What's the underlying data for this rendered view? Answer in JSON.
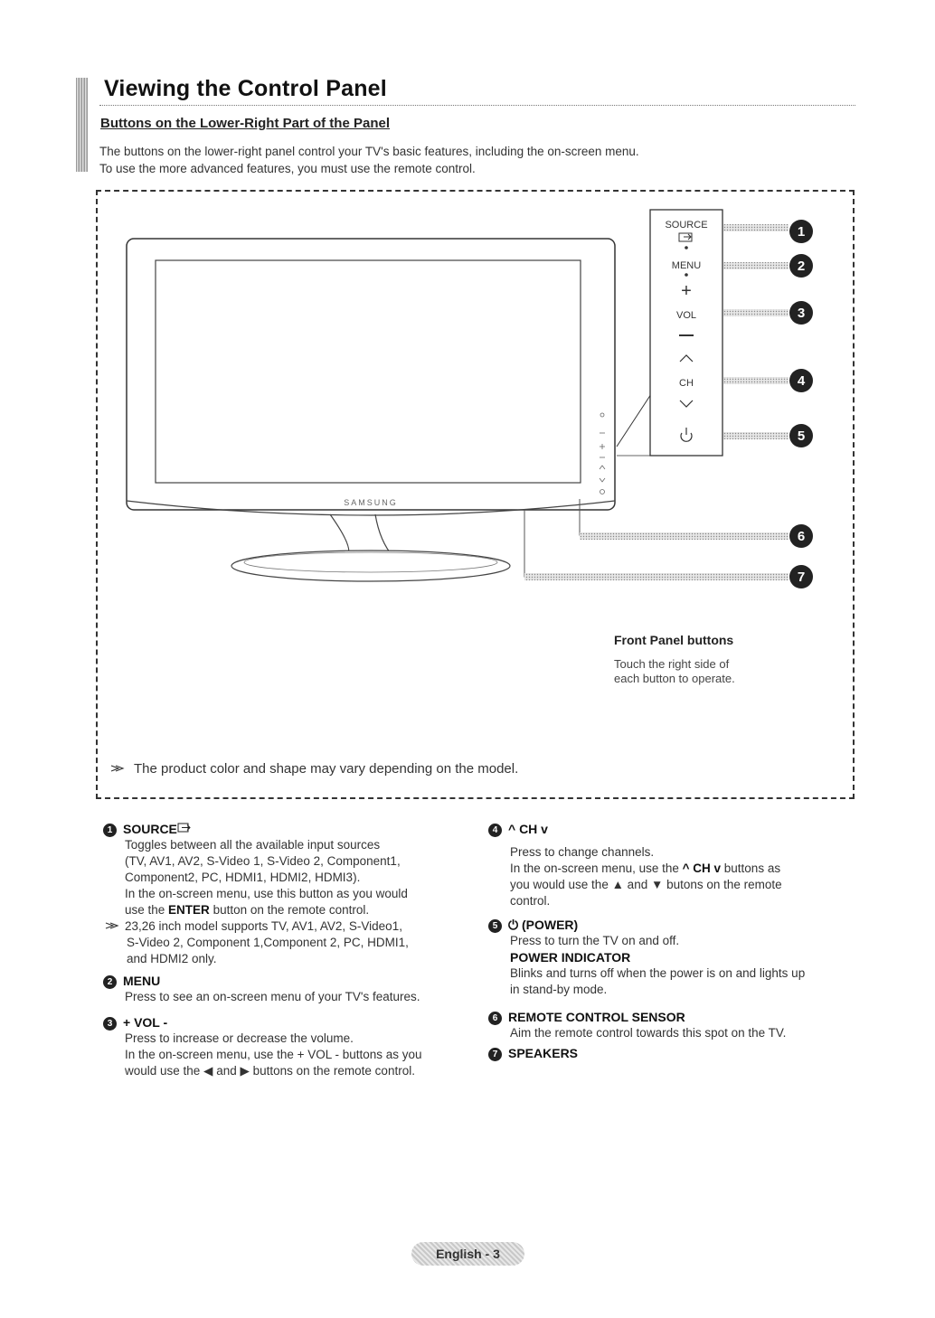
{
  "header": {
    "title": "Viewing the Control Panel",
    "subtitle": "Buttons on the Lower-Right Part of the Panel",
    "intro_line1": "The buttons on the lower-right panel control your TV's basic features, including the on-screen menu.",
    "intro_line2": "To use the more advanced features, you must use the remote control."
  },
  "diagram": {
    "brand": "SAMSUNG",
    "panel_labels": {
      "source": "SOURCE",
      "menu": "MENU",
      "plus": "+",
      "vol": "VOL",
      "minus": "−",
      "ch_up": "^",
      "ch": "CH",
      "ch_down": "v",
      "power": "⏻"
    },
    "callouts": [
      "1",
      "2",
      "3",
      "4",
      "5",
      "6",
      "7"
    ],
    "front_panel_title": "Front Panel buttons",
    "front_panel_line1": "Touch the right side of",
    "front_panel_line2": "each button to operate."
  },
  "note": "The product color and shape may vary depending on the model.",
  "items": {
    "source": {
      "num": "1",
      "title": "SOURCE",
      "l1": "Toggles between all the available input sources",
      "l2": "(TV, AV1, AV2, S-Video 1, S-Video 2, Component1,",
      "l3": "Component2, PC, HDMI1, HDMI2, HDMI3).",
      "l4": "In the on-screen menu, use this button as you would",
      "l5a": "use the ",
      "l5b": "ENTER",
      "l5c": " button on the remote control.",
      "n1": "23,26 inch model supports TV, AV1, AV2, S-Video1,",
      "n2": "S-Video 2,  Component 1,Component 2, PC, HDMI1,",
      "n3": "and HDMI2 only."
    },
    "menu": {
      "num": "2",
      "title": "MENU",
      "l1": "Press to see an on-screen menu of your TV's features."
    },
    "vol": {
      "num": "3",
      "title": "+ VOL -",
      "l1": "Press to increase or decrease the volume.",
      "l2": "In the on-screen menu, use the + VOL - buttons as you",
      "l3": "would use the ◀ and ▶ buttons on the remote control."
    },
    "ch": {
      "num": "4",
      "title": "^ CH v",
      "l1": "Press to change channels.",
      "l2a": "In the on-screen menu, use the ",
      "l2b": "^ CH v",
      "l2c": " buttons as",
      "l3": "you would use the ▲ and ▼ butons on the remote",
      "l4": "control."
    },
    "power": {
      "num": "5",
      "title": "⏻ (POWER)",
      "l1": "Press to turn the TV on and off.",
      "sub": "POWER INDICATOR",
      "l2": "Blinks and turns off when the power is on and lights up",
      "l3": "in stand-by mode."
    },
    "sensor": {
      "num": "6",
      "title": "REMOTE CONTROL SENSOR",
      "l1": "Aim the remote control towards this spot on the TV."
    },
    "speakers": {
      "num": "7",
      "title": "SPEAKERS"
    }
  },
  "footer": "English - 3"
}
